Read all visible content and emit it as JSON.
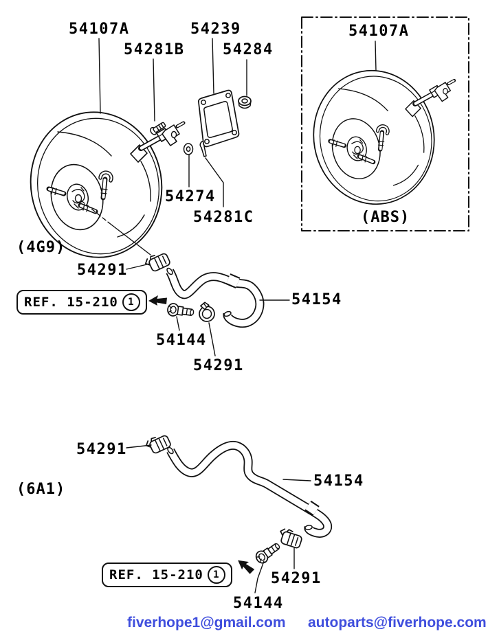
{
  "page": {
    "background": "#ffffff",
    "line_color": "#111111"
  },
  "labels": {
    "booster": "54107A",
    "bolt": "54281B",
    "gasket": "54239",
    "nut": "54284",
    "washer": "54274",
    "pin": "54281C",
    "clamp": "54291",
    "hose": "54154",
    "fitting": "54144",
    "engine_top": "(4G9)",
    "engine_bottom": "(6A1)",
    "abs_caption": "(ABS)"
  },
  "ref_box": {
    "text": "REF. 15-210",
    "badge": "1"
  },
  "footer": {
    "email_left": "fiverhope1@gmail.com",
    "email_right": "autoparts@fiverhope.com",
    "color": "#3f4edd"
  }
}
